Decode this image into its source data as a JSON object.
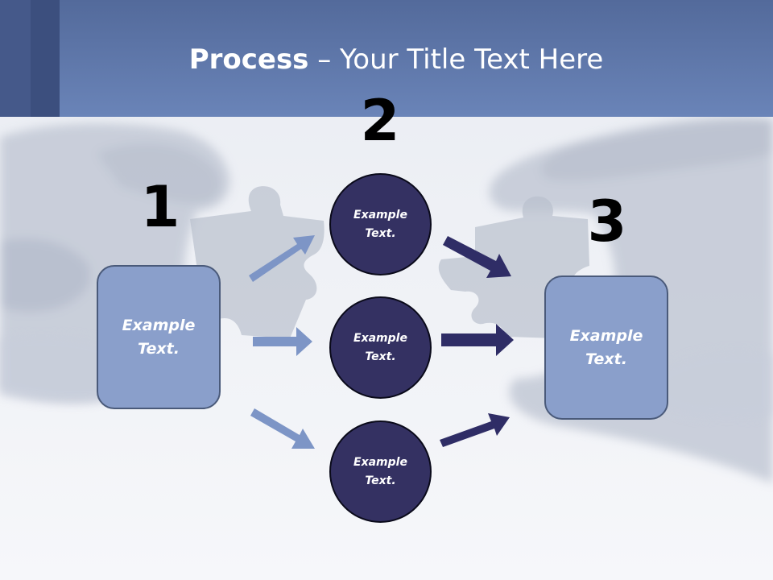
{
  "title": {
    "bold": "Process",
    "rest": " – Your Title Text Here"
  },
  "steps": {
    "one": "1",
    "two": "2",
    "three": "3"
  },
  "boxes": {
    "left": "Example Text.",
    "right": "Example Text."
  },
  "circles": [
    "Example Text.",
    "Example Text.",
    "Example Text."
  ],
  "colors": {
    "header": "#6a84b8",
    "box_fill": "#8a9fcb",
    "circle_fill": "#343162",
    "light_arrow": "#7d95c6",
    "dark_arrow": "#2f2d66"
  },
  "background_icons": [
    "hand-icon",
    "puzzle-piece-icon"
  ]
}
